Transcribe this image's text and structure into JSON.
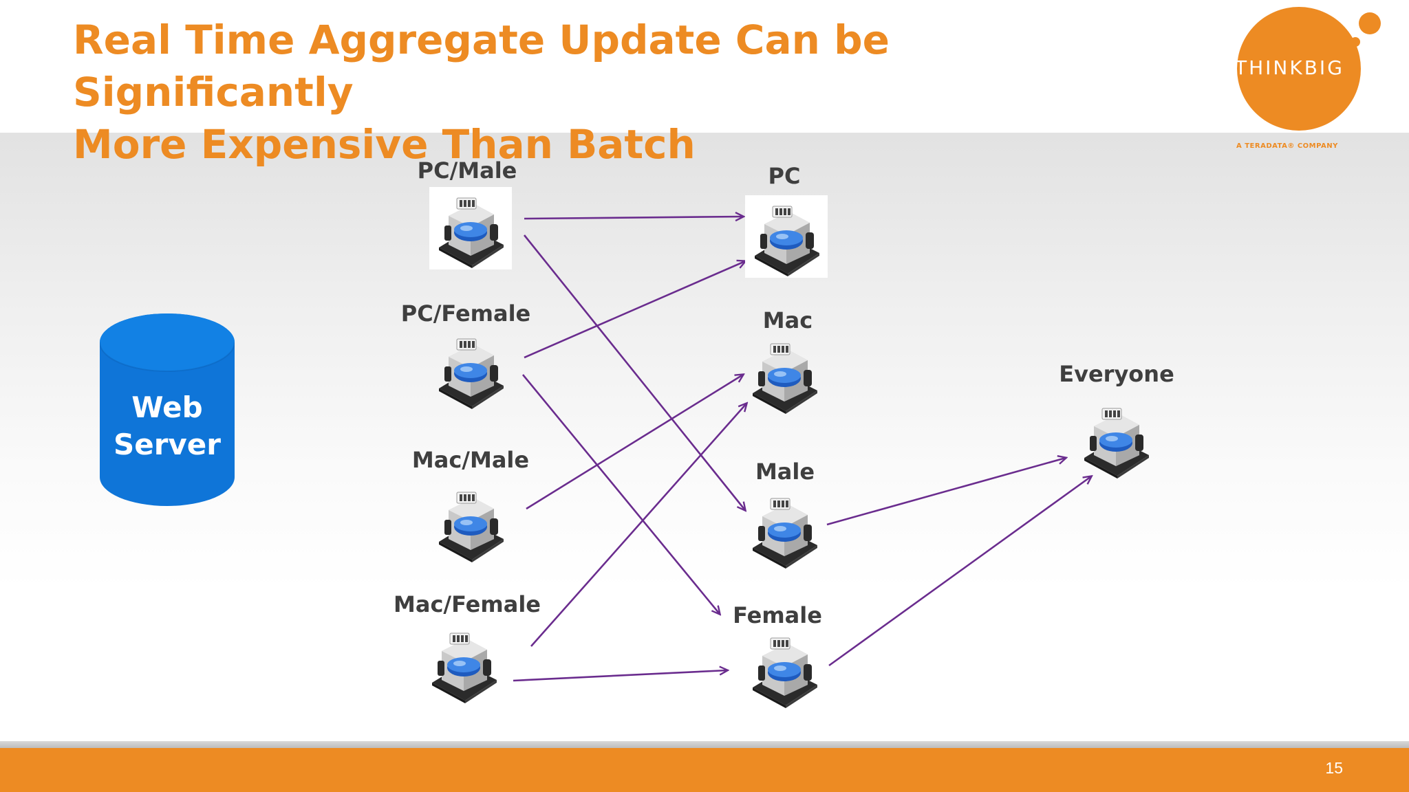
{
  "title": {
    "line1": "Real Time Aggregate Update Can be Significantly",
    "line2": "More Expensive Than Batch"
  },
  "logo": {
    "wordmark": "THINKBIG",
    "tagline": "A TERADATA® COMPANY"
  },
  "source": {
    "line1": "Web",
    "line2": "Server"
  },
  "nodes": {
    "pc_male": "PC/Male",
    "pc_female": "PC/Female",
    "mac_male": "Mac/Male",
    "mac_female": "Mac/Female",
    "pc": "PC",
    "mac": "Mac",
    "male": "Male",
    "female": "Female",
    "everyone": "Everyone"
  },
  "edges": [
    [
      "pc_male",
      "pc"
    ],
    [
      "pc_male",
      "male"
    ],
    [
      "pc_female",
      "pc"
    ],
    [
      "pc_female",
      "female"
    ],
    [
      "mac_male",
      "mac"
    ],
    [
      "mac_female",
      "mac"
    ],
    [
      "mac_female",
      "female"
    ],
    [
      "male",
      "everyone"
    ],
    [
      "female",
      "everyone"
    ]
  ],
  "colors": {
    "accent": "#ed8b23",
    "arrow": "#6a2c8e",
    "database": "#0f75d8",
    "label": "#3f3f3f"
  },
  "icons": {
    "node": "tally-counter-icon",
    "source": "database-cylinder-icon"
  },
  "slide_number": "15"
}
